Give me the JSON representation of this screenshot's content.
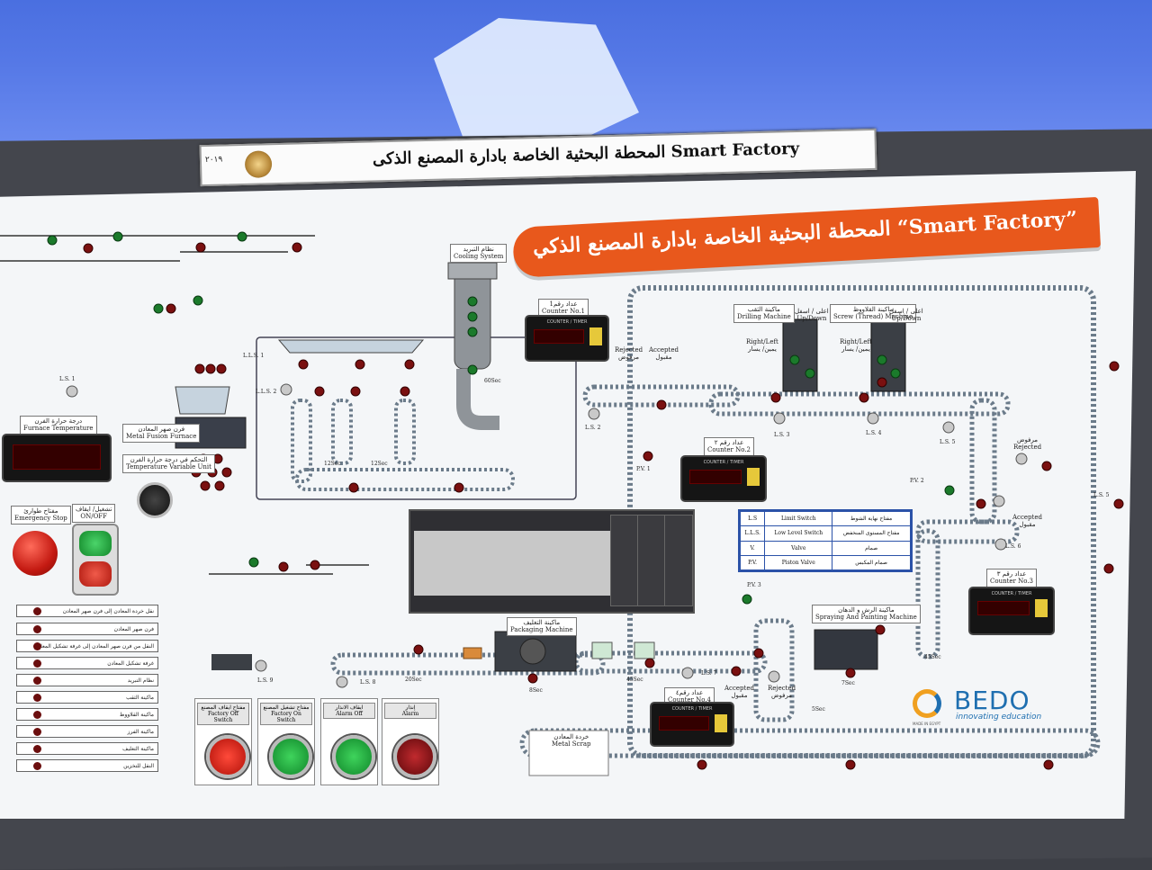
{
  "header_plate": {
    "title": "المحطة البحثية الخاصة بادارة المصنع الذكى   Smart Factory",
    "year": "٢٠١٩"
  },
  "banner": {
    "text": "المحطة البحثية الخاصة بادارة المصنع الذكي “Smart Factory”"
  },
  "labels": {
    "cooling": "نظام التبريد\nCooling System",
    "counter1": "عداد رقم1\nCounter No.1",
    "counter2": "عداد رقم ٢\nCounter No.2",
    "counter3": "عداد رقم ٣\nCounter No.3",
    "counter4": "عداد رقم٤\nCounter No.4",
    "drilling": "ماكينة الثقب\nDrilling Machine",
    "screw": "ماكينة القلاووظ\nScrew (Thread) Machine",
    "updown1": "اعلى / اسفل\nUp/Down",
    "updown2": "اعلى / اسفل\nUp/Down",
    "rightleft1": "Right/Left\nيمين/ يسار",
    "rightleft2": "Right/Left\nيمين/ يسار",
    "rejected1": "Rejected\nمرفوض",
    "accepted1": "Accepted\nمقبول",
    "rejected2": "مرفوض\nRejected",
    "accepted2": "Accepted\nمقبول",
    "rejected3": "Rejected\nمرفوض",
    "accepted3": "Accepted\nمقبول",
    "furnace_temp": "درجة حرارة الفرن\nFurnace Temperature",
    "metal_fusion": "فرن صهر المعادن\nMetal Fusion Furnace",
    "temp_variable": "التحكم في درجة حرارة الفرن\nTemperature Variable Unit",
    "emergency": "مفتاح طوارئ\nEmergency Stop",
    "onoff": "تشغيل/ ايقاف\nON/OFF",
    "packaging": "ماكينة التغليف\nPackaging Machine",
    "spraying": "ماكينة الرش و الدهان\nSpraying And Painting Machine",
    "metal_scrap": "خردة المعادن\nMetal Scrap",
    "ls1": "L.S. 1",
    "lls1": "L.L.S. 1",
    "lls2": "L.L.S. 2",
    "ls2": "L.S. 2",
    "ls3": "L.S. 3",
    "ls4": "L.S. 4",
    "ls5": "L.S. 5",
    "ls5b": "L.S. 5",
    "ls6": "L.S. 6",
    "ls7": "L.S. 7",
    "ls8": "L.S. 8",
    "ls9": "L.S. 9",
    "pv1": "P.V. 1",
    "pv2": "P.V. 2",
    "pv3": "P.V. 3",
    "sec_60": "60Sec",
    "sec_12a": "12Sec",
    "sec_12b": "12Sec",
    "sec_20": "20Sec",
    "sec_8": "8Sec",
    "sec_45a": "45Sec",
    "sec_45b": "45Sec",
    "sec_7": "7Sec",
    "sec_5": "5Sec"
  },
  "counter_header": "COUNTER / TIMER",
  "legend_rows": [
    [
      "L.S",
      "Limit Switch",
      "مفتاح نهاية الشوط"
    ],
    [
      "L.L.S.",
      "Low Level Switch",
      "مفتاح المستوى المنخفض"
    ],
    [
      "V.",
      "Valve",
      "صمام"
    ],
    [
      "P.V.",
      "Piston Valve",
      "صمام المكبس"
    ]
  ],
  "status_list": [
    "نقل خردة المعادن إلى فرن صهر المعادن",
    "فرن صهر المعادن",
    "النقل من فرن صهر المعادن إلى غرفة تشكيل المعادن",
    "غرفة تشكيل المعادن",
    "نظام التبريد",
    "ماكينة الثقب",
    "ماكينة القلاووظ",
    "ماكينة الفرز",
    "ماكينة التغليف",
    "النقل للتخزين"
  ],
  "control_buttons": [
    {
      "label": "مفتاح ايقاف المصنع\nFactory Off Switch",
      "color": "#d81e1e"
    },
    {
      "label": "مفتاح تشغيل المصنع\nFactory On Switch",
      "color": "#1fa83a"
    },
    {
      "label": "ايقاف الانذار\nAlarm Off",
      "color": "#1fa83a"
    },
    {
      "label": "إنذار\nAlarm",
      "color": "#8e0f14"
    }
  ],
  "brand": {
    "name": "BEDO",
    "tagline": "innovating education",
    "made": "MADE IN EGYPT"
  }
}
